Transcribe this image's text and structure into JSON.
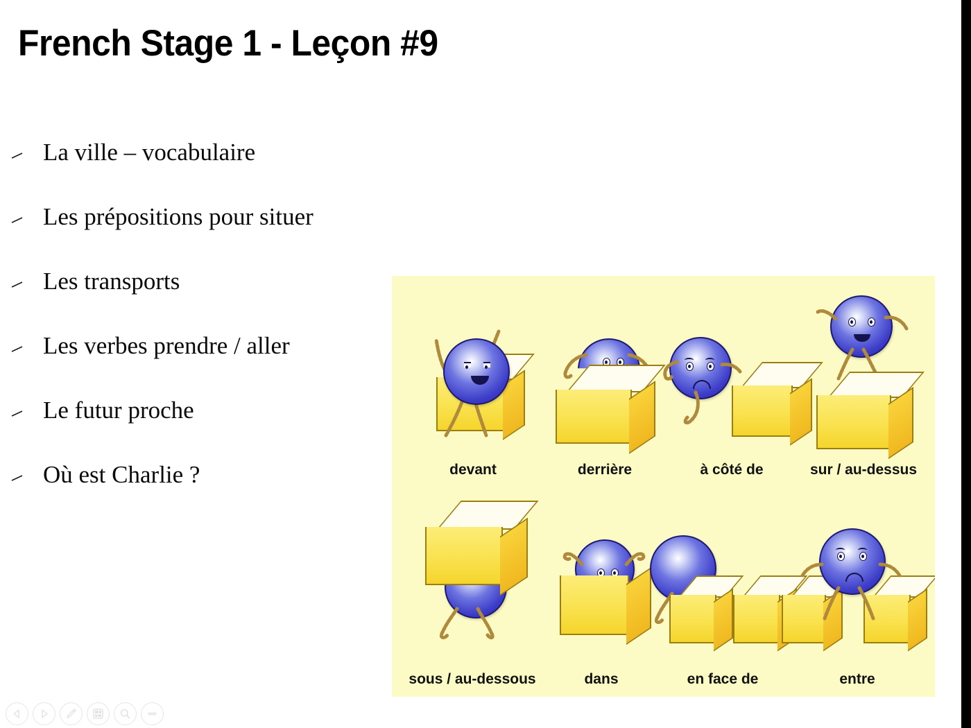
{
  "slide": {
    "title": "French Stage 1 - Leçon #9",
    "background_color": "#ffffff",
    "text_color": "#0a0a0a"
  },
  "bullets": [
    {
      "text": "La ville – vocabulaire"
    },
    {
      "text": "Les prépositions pour situer"
    },
    {
      "text": "Les transports"
    },
    {
      "text": "Les verbes prendre / aller"
    },
    {
      "text": "Le futur proche"
    },
    {
      "text": "Où est Charlie ?"
    }
  ],
  "figure": {
    "caption_font_color": "#111111",
    "background_color": "#fcfbc6",
    "box_colors": {
      "top": "#fffdf0",
      "front": "#f9e14c",
      "side": "#f0b820",
      "outline": "#9c7d10"
    },
    "ball_colors": {
      "highlight": "#ffffff",
      "body": "#3c3cc8",
      "outline": "#1d1a70",
      "limb": "#b08a3c"
    },
    "row_top": [
      {
        "label": "devant"
      },
      {
        "label": "derrière"
      },
      {
        "label": "à côté de"
      },
      {
        "label": "sur / au-dessus"
      }
    ],
    "row_bottom": [
      {
        "label": "sous / au-dessous"
      },
      {
        "label": "dans"
      },
      {
        "label": "en face de"
      },
      {
        "label": "entre"
      }
    ]
  },
  "toolbar": {
    "buttons": [
      {
        "icon": "previous-triangle-icon",
        "title": "Previous"
      },
      {
        "icon": "next-triangle-icon",
        "title": "Next"
      },
      {
        "icon": "pen-icon",
        "title": "Annotate"
      },
      {
        "icon": "slide-grid-icon",
        "title": "Slides"
      },
      {
        "icon": "magnifier-icon",
        "title": "Zoom"
      },
      {
        "icon": "ellipsis-icon",
        "title": "More"
      }
    ]
  }
}
